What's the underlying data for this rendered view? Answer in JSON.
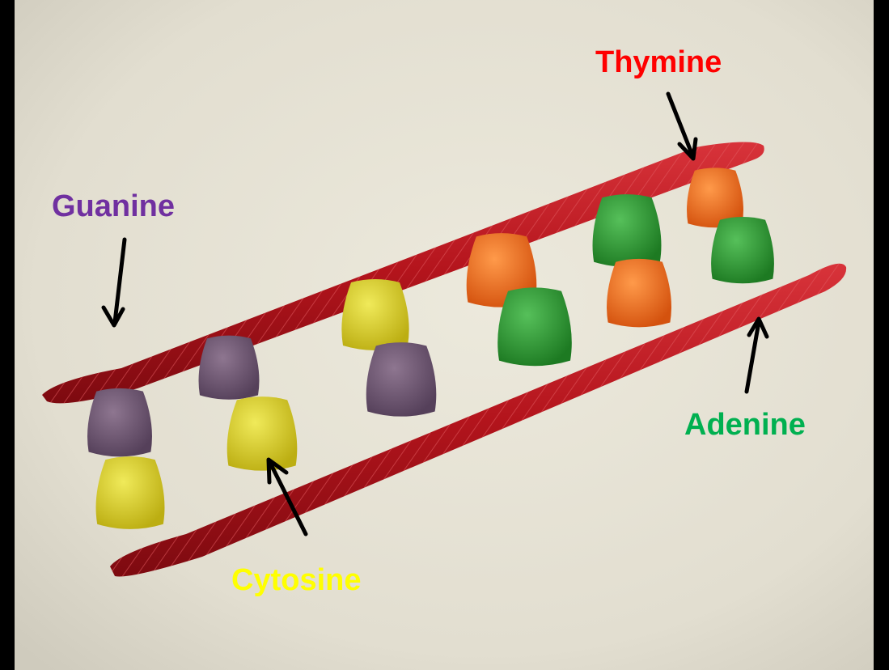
{
  "labels": {
    "thymine": {
      "text": "Thymine",
      "color": "#ff0000"
    },
    "guanine": {
      "text": "Guanine",
      "color": "#7030a0"
    },
    "adenine": {
      "text": "Adenine",
      "color": "#00b050"
    },
    "cytosine": {
      "text": "Cytosine",
      "color": "#ffff00"
    }
  },
  "colors": {
    "background_frame": "#000000",
    "paper": "#e6e2d4",
    "licorice": "#b3141c",
    "gumdrop_purple": "#6e5470",
    "gumdrop_yellow": "#d8cf2a",
    "gumdrop_green": "#2f9a33",
    "gumdrop_orange": "#ef6b1c",
    "arrow": "#000000"
  }
}
